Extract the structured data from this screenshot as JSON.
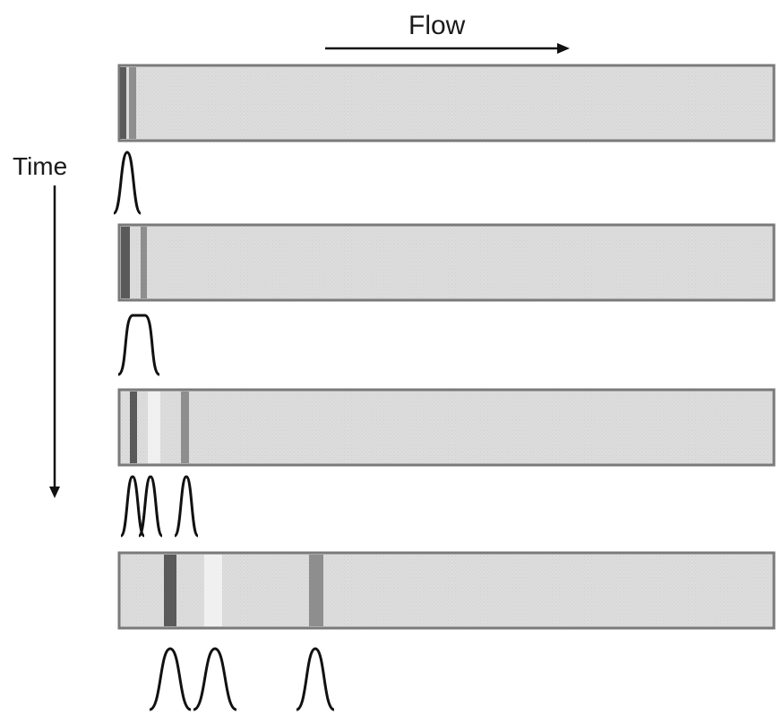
{
  "labels": {
    "flow": "Flow",
    "time": "Time"
  },
  "colors": {
    "column_fill": "#dcdcdc",
    "column_border": "#7a7a7a",
    "band_dark": "#5a5a5a",
    "band_medium": "#8e8e8e",
    "band_light": "#f0f0f0",
    "peak_stroke": "#111111",
    "arrow": "#111111"
  },
  "stages": [
    {
      "bands": [
        {
          "shade": "dark"
        },
        {
          "shade": "medium"
        }
      ],
      "peaks": [
        {
          "shape": "narrow"
        }
      ]
    },
    {
      "bands": [
        {
          "shade": "dark"
        },
        {
          "shade": "medium"
        }
      ],
      "peaks": [
        {
          "shape": "broad"
        }
      ]
    },
    {
      "bands": [
        {
          "shade": "dark"
        },
        {
          "shade": "light"
        },
        {
          "shade": "medium"
        }
      ],
      "peaks": [
        {
          "shape": "narrow"
        },
        {
          "shape": "narrow"
        },
        {
          "shape": "narrow"
        }
      ]
    },
    {
      "bands": [
        {
          "shade": "dark"
        },
        {
          "shade": "light"
        },
        {
          "shade": "medium"
        }
      ],
      "peaks": [
        {
          "shape": "narrow"
        },
        {
          "shape": "narrow"
        },
        {
          "shape": "narrow"
        }
      ]
    }
  ]
}
